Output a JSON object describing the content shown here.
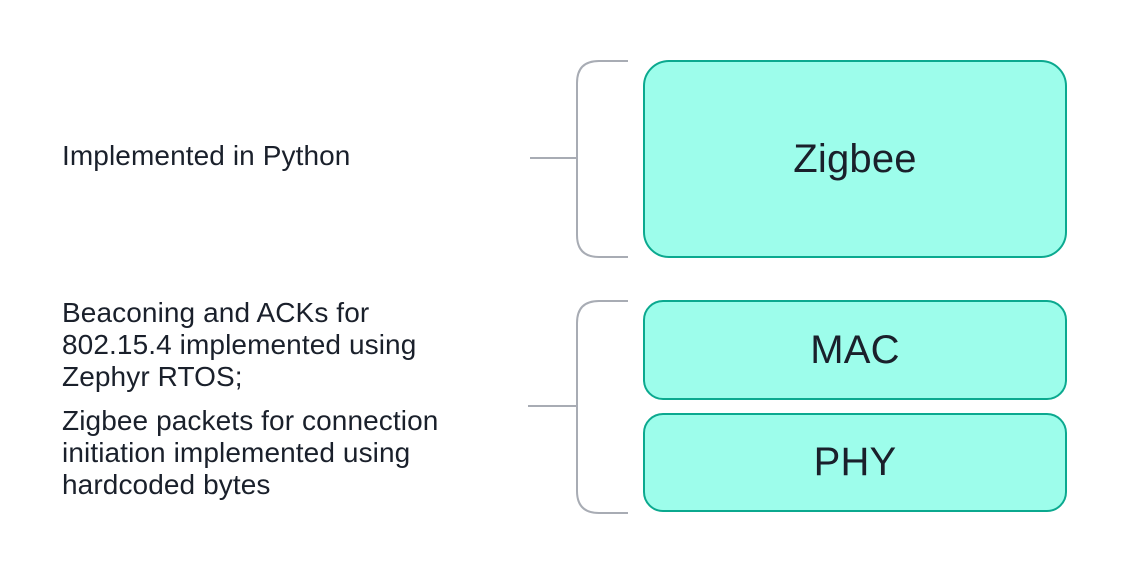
{
  "colors": {
    "background": "#FFFFFF",
    "box_fill": "#9DFDEB",
    "box_border": "#0BA98F",
    "connector": "#A8ACB4",
    "text": "#1A202B"
  },
  "diagram": {
    "groups": [
      {
        "annotation": {
          "paragraphs": [
            {
              "lines": [
                "Implemented in Python"
              ]
            }
          ]
        },
        "boxes": [
          {
            "label": "Zigbee"
          }
        ]
      },
      {
        "annotation": {
          "paragraphs": [
            {
              "lines": [
                "Beaconing and ACKs for",
                "802.15.4 implemented using",
                "Zephyr RTOS;"
              ]
            },
            {
              "lines": [
                "Zigbee packets for connection",
                "initiation implemented using",
                "hardcoded bytes"
              ]
            }
          ]
        },
        "boxes": [
          {
            "label": "MAC"
          },
          {
            "label": "PHY"
          }
        ]
      }
    ]
  }
}
